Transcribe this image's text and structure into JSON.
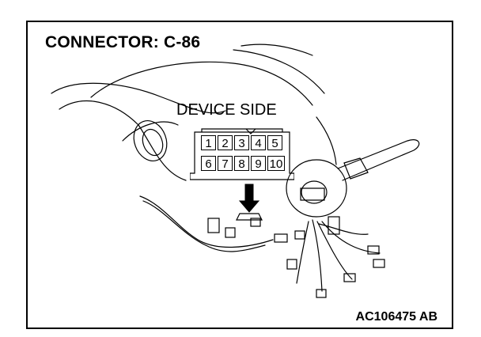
{
  "diagram": {
    "title": "CONNECTOR: C-86",
    "view_label": "DEVICE SIDE",
    "figure_code": "AC106475 AB",
    "connector": {
      "pins_top": [
        "1",
        "2",
        "3",
        "4",
        "5"
      ],
      "pins_bottom": [
        "6",
        "7",
        "8",
        "9",
        "10"
      ]
    }
  },
  "colors": {
    "ink": "#000000",
    "paper": "#ffffff"
  },
  "icons": {
    "arrow": "down-arrow-icon",
    "switch": "combination-switch-icon"
  }
}
